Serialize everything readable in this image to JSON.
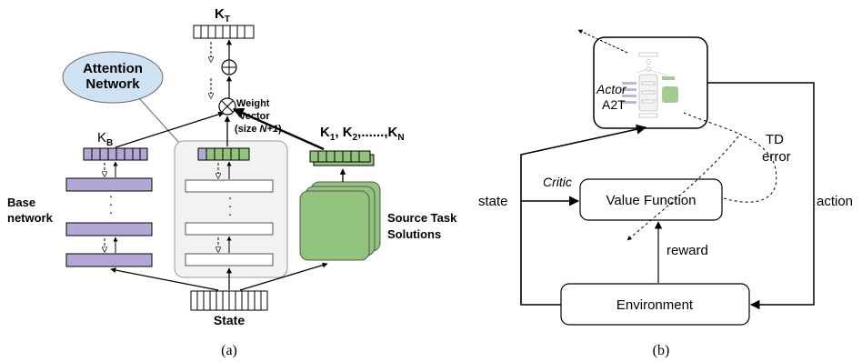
{
  "panel_a": {
    "caption": "(a)",
    "kt_label": "K",
    "kt_sub": "T",
    "attention": {
      "line1": "Attention",
      "line2": "Network"
    },
    "weight_vector": {
      "line1": "Weight",
      "line2": "Vector",
      "line3_pre": "(size ",
      "line3_n": "N+1",
      "line3_post": ")"
    },
    "kb_label": "K",
    "kb_sub": "B",
    "source_k": {
      "k": "K",
      "s1": "1",
      "s2": "2",
      "sn": "N",
      "sep1": ", ",
      "sep2": ",......,"
    },
    "base_network": {
      "line1": "Base",
      "line2": "network"
    },
    "source_tasks": {
      "line1": "Source Task",
      "line2": "Solutions"
    },
    "state": "State",
    "colors": {
      "purple": "#b4a7d6",
      "green": "#93c47d",
      "ellipse": "#cfe2f3",
      "panel_bg": "#f2f2f2"
    }
  },
  "panel_b": {
    "caption": "(b)",
    "actor": "Actor",
    "a2t": "A2T",
    "critic": "Critic",
    "value_function": "Value Function",
    "environment": "Environment",
    "state": "state",
    "action": "action",
    "reward": "reward",
    "td": {
      "line1": "TD",
      "line2": "error"
    }
  }
}
